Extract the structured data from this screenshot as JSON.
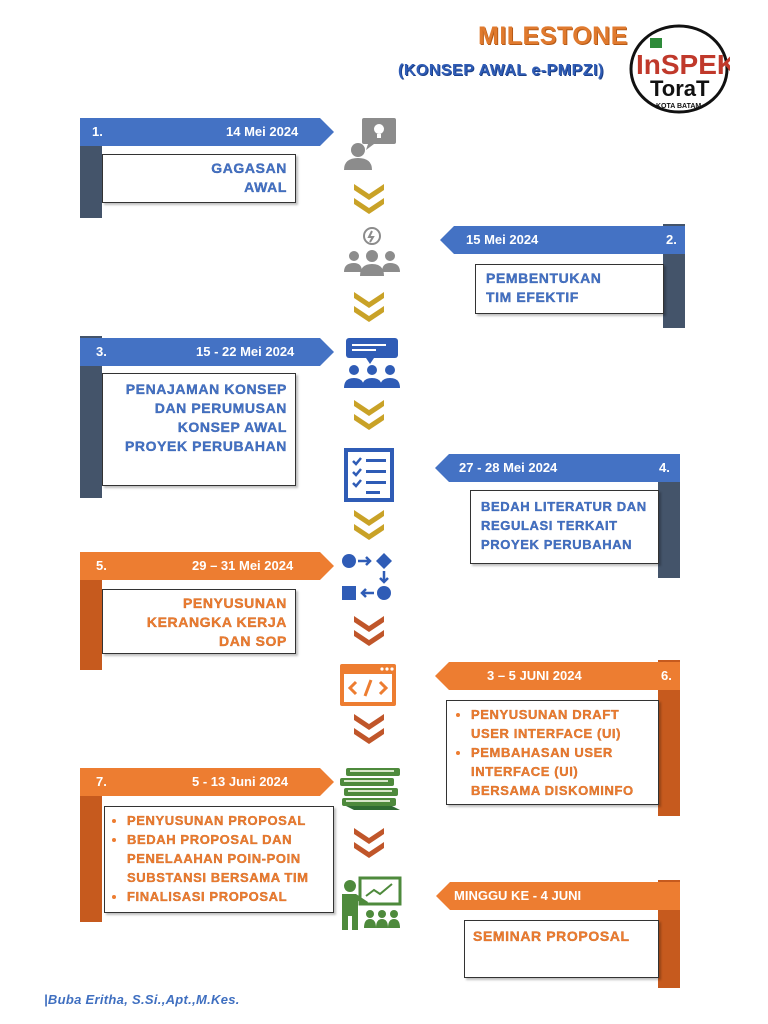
{
  "header": {
    "title": "MILESTONE",
    "subtitle": "(KONSEP AWAL e-PMPZI)",
    "logo_text_top": "InSPEK",
    "logo_text_bottom": "ToraT",
    "logo_caption": "KOTA BATAM"
  },
  "colors": {
    "blue_header": "#4472C4",
    "blue_bar": "#44546A",
    "orange_header": "#ED7D31",
    "orange_bar": "#C65A1E",
    "chevron_gold": "#C9A227",
    "chevron_orange": "#C0562A",
    "icon_blue": "#2F5CB6",
    "icon_gray": "#8C8C8C",
    "icon_green": "#4E8A3C"
  },
  "milestones": [
    {
      "number": "1.",
      "date": "14 Mei 2024",
      "lines": [
        "GAGASAN",
        "AWAL"
      ],
      "icon": "lightbulb-person-icon"
    },
    {
      "number": "2.",
      "date": "15 Mei 2024",
      "lines": [
        "PEMBENTUKAN",
        "TIM EFEKTIF"
      ],
      "icon": "team-idea-icon"
    },
    {
      "number": "3.",
      "date": "15 - 22 Mei 2024",
      "lines": [
        "PENAJAMAN KONSEP",
        "DAN PERUMUSAN",
        "KONSEP AWAL",
        "PROYEK PERUBAHAN"
      ],
      "icon": "presentation-group-icon"
    },
    {
      "number": "4.",
      "date": "27 - 28 Mei 2024",
      "lines": [
        "BEDAH LITERATUR DAN",
        "REGULASI TERKAIT",
        "PROYEK PERUBAHAN"
      ],
      "icon": "checklist-icon"
    },
    {
      "number": "5.",
      "date": "29 – 31 Mei 2024",
      "lines": [
        "PENYUSUNAN",
        "KERANGKA KERJA",
        "DAN SOP"
      ],
      "icon": "workflow-icon"
    },
    {
      "number": "6.",
      "date": "3 – 5 JUNI 2024",
      "bullets": [
        "PENYUSUNAN DRAFT USER INTERFACE (UI)",
        "PEMBAHASAN USER INTERFACE (UI) BERSAMA DISKOMINFO"
      ],
      "icon": "code-window-icon"
    },
    {
      "number": "7.",
      "date": "5 - 13 Juni 2024",
      "bullets": [
        "PENYUSUNAN PROPOSAL",
        "BEDAH PROPOSAL DAN PENELAAHAN POIN-POIN SUBSTANSI BERSAMA TIM",
        "FINALISASI PROPOSAL"
      ],
      "icon": "books-icon"
    },
    {
      "number": "",
      "date": "MINGGU KE - 4 JUNI",
      "lines": [
        "SEMINAR PROPOSAL"
      ],
      "icon": "teacher-board-icon"
    }
  ],
  "footer": {
    "author": "|Buba Eritha, S.Si.,Apt.,M.Kes."
  }
}
